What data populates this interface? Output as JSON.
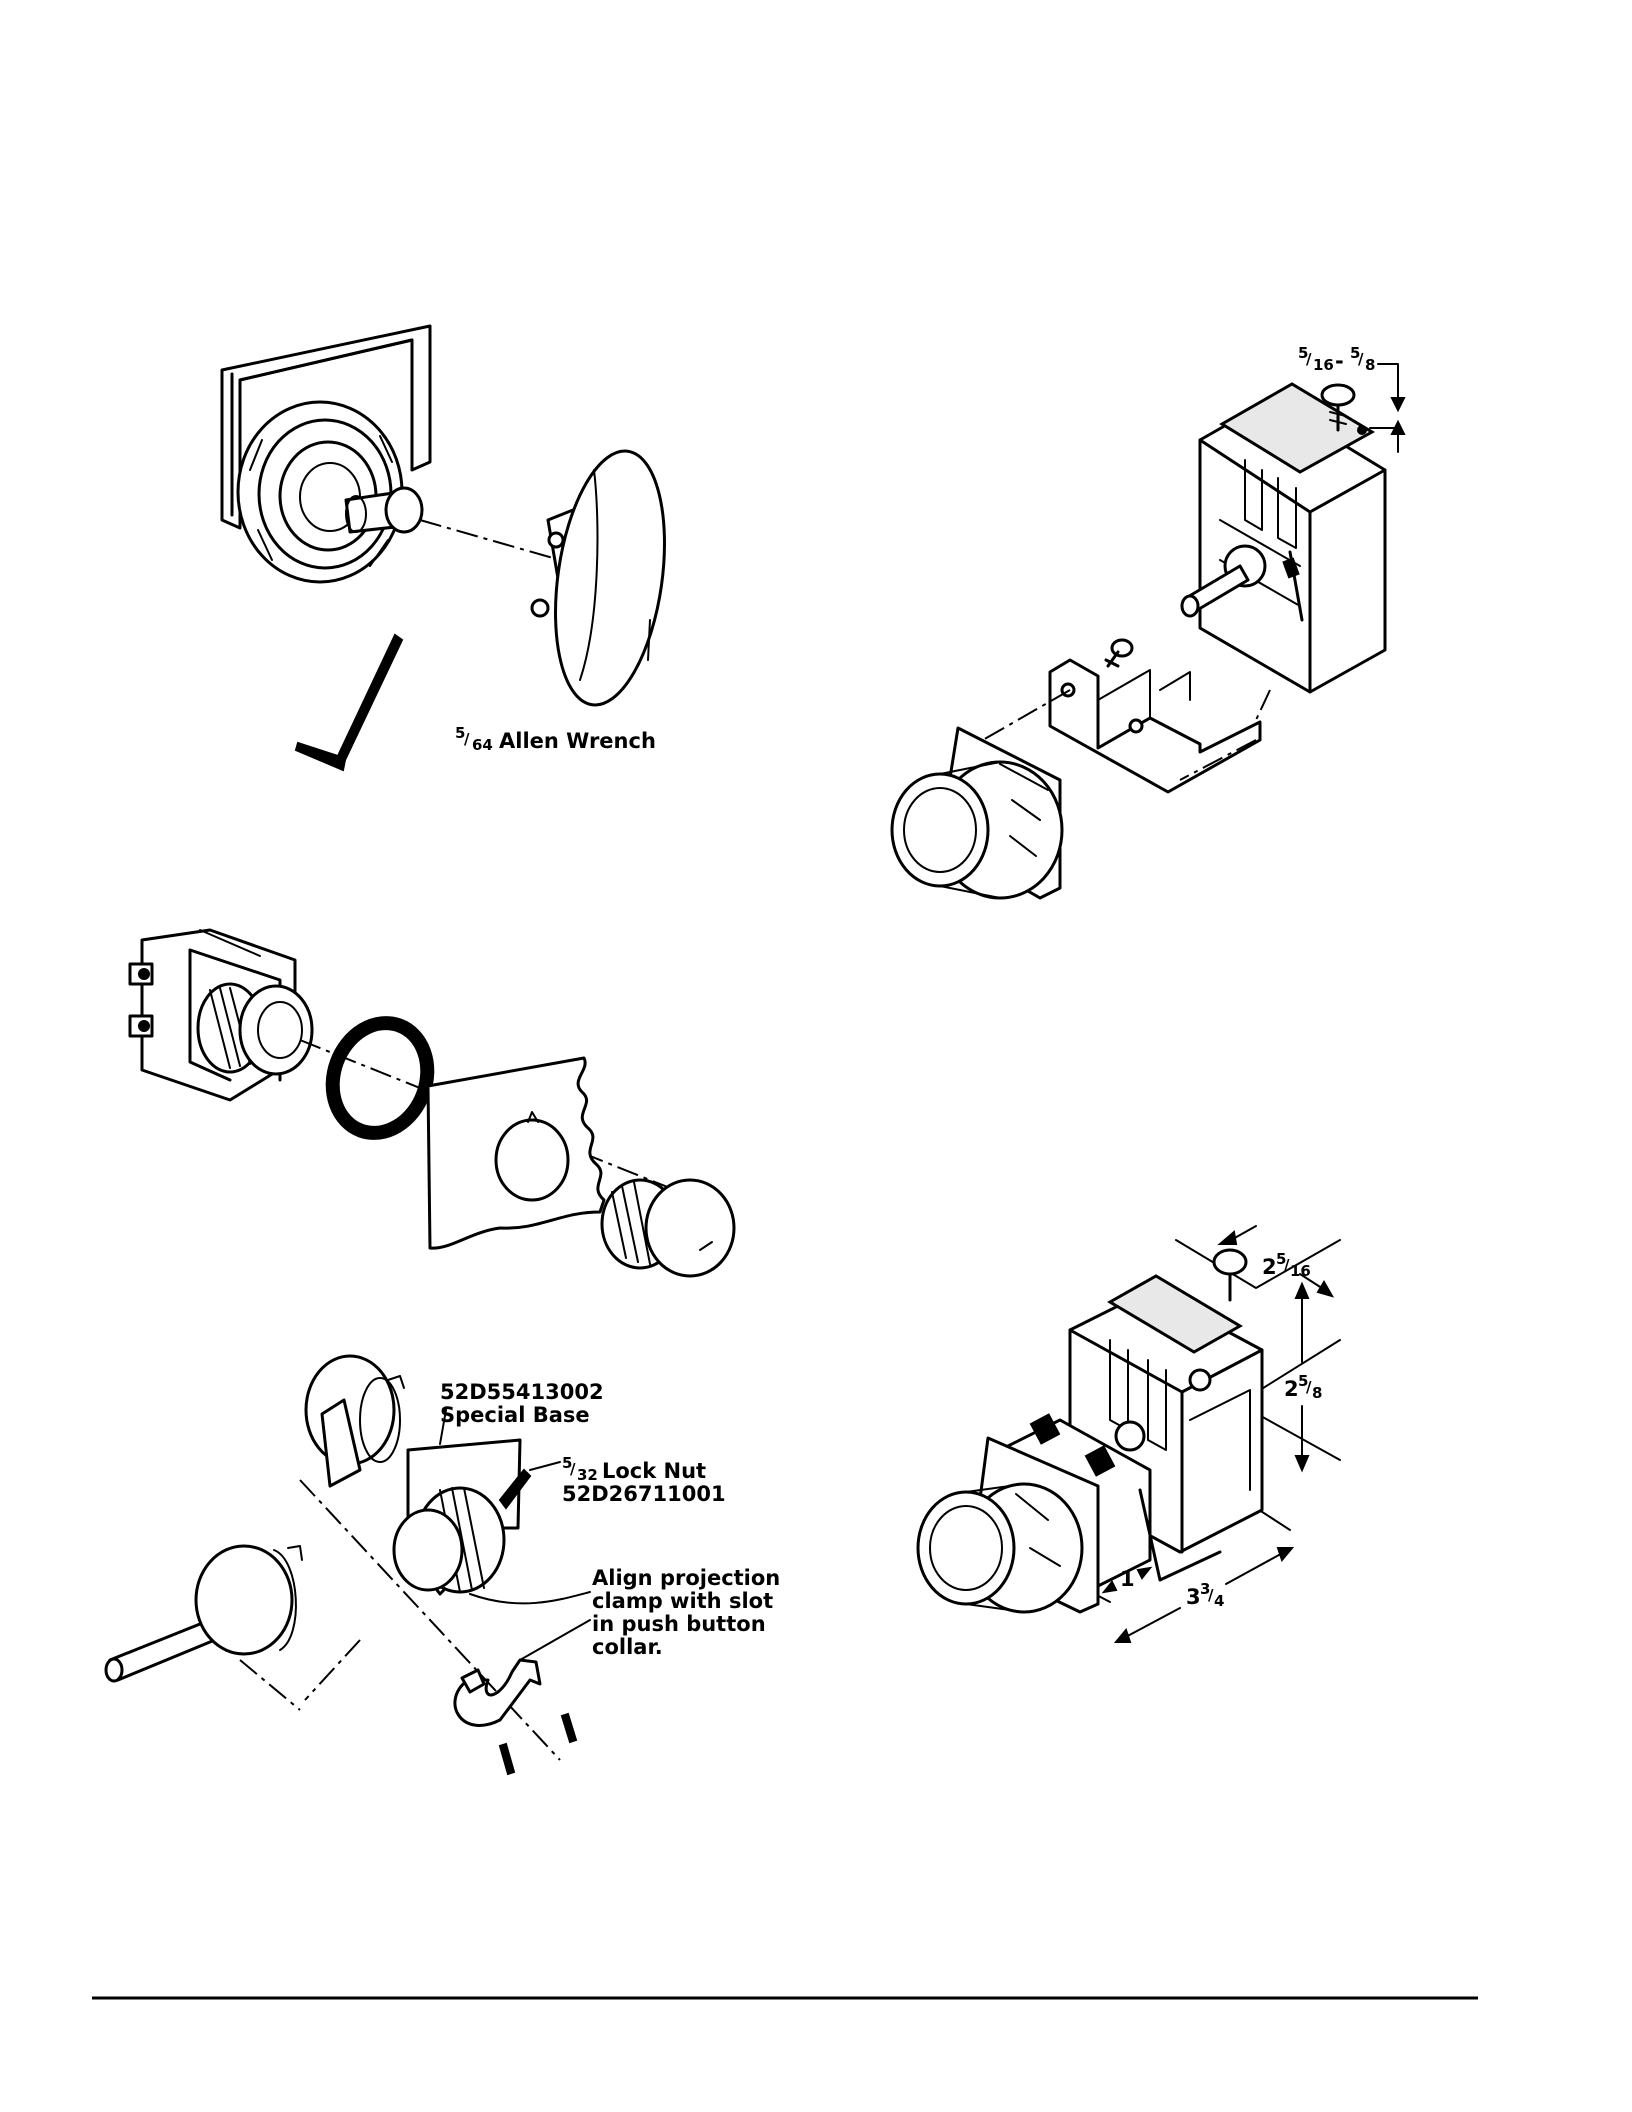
{
  "figures": {
    "knob_removal": {
      "wrench_label": {
        "frac": "5/64",
        "num": "5",
        "den": "64",
        "text": "Allen Wrench"
      }
    },
    "bracket_assembly": {
      "adjust_label": {
        "a_num": "5",
        "a_den": "16",
        "sep": "-",
        "b_num": "5",
        "b_den": "8"
      }
    },
    "panel_mount": {},
    "special_base": {
      "base_part": "52D55413002",
      "base_desc": "Special Base",
      "locknut_num": "5",
      "locknut_den": "32",
      "locknut_text": "Lock Nut",
      "locknut_part": "52D26711001",
      "align_lines": [
        "Align projection",
        "clamp with slot",
        "in push button",
        "collar."
      ]
    },
    "dimensions": {
      "depth": {
        "whole": "2",
        "num": "5",
        "den": "16"
      },
      "height": {
        "whole": "2",
        "num": "5",
        "den": "8"
      },
      "length": {
        "whole": "3",
        "num": "3",
        "den": "4"
      },
      "small": {
        "whole": "1"
      }
    }
  },
  "footer": {
    "rule": true
  }
}
